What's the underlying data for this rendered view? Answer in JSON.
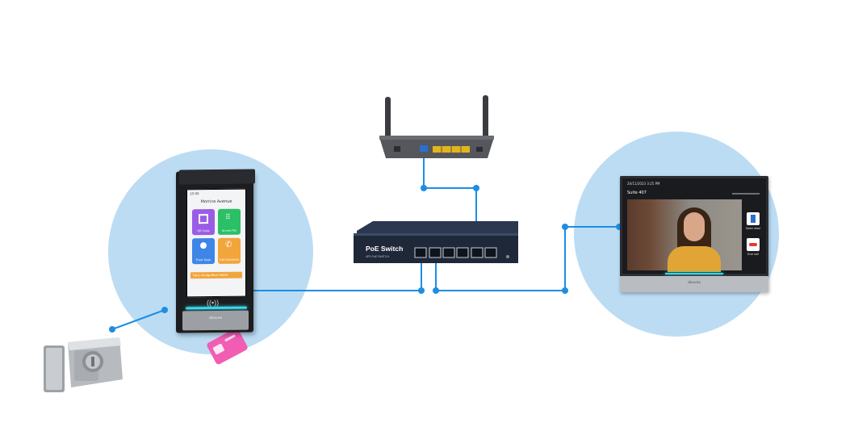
{
  "colors": {
    "wire": "#1e8ee3",
    "node": "#1e8ee3",
    "bubble": "#bcdcf3",
    "card": "#f25db4",
    "switch_body": "#1f2838",
    "router_body": "#505257",
    "port_yellow": "#e3b51b"
  },
  "poe_switch": {
    "label": "PoE Switch",
    "sublabel": "4PS PoE SWITCH"
  },
  "door_station": {
    "status_time": "10:00",
    "address": "Morrice Avenue",
    "tiles": [
      {
        "label": "QR Code",
        "color": "#9a5ce5",
        "icon": "qr-icon"
      },
      {
        "label": "Access Pin",
        "color": "#2bbf66",
        "icon": "keypad-icon"
      },
      {
        "label": "Front Desk",
        "color": "#3d86e8",
        "icon": "person-icon"
      },
      {
        "label": "Call Residents",
        "color": "#f2a53b",
        "icon": "phone-icon"
      }
    ],
    "notice": "Face recognition failed",
    "brand": "akuvox"
  },
  "indoor_monitor": {
    "datetime": "20/11/2023  3:25 PM",
    "caller": "Suite 407",
    "actions": [
      {
        "label": "Open door",
        "icon": "door-icon"
      },
      {
        "label": "End call",
        "icon": "hangup-icon"
      }
    ],
    "brand": "akuvox"
  },
  "devices": {
    "router": "router-icon",
    "lock": "electric-lock-icon",
    "card": "rfid-card-icon"
  }
}
